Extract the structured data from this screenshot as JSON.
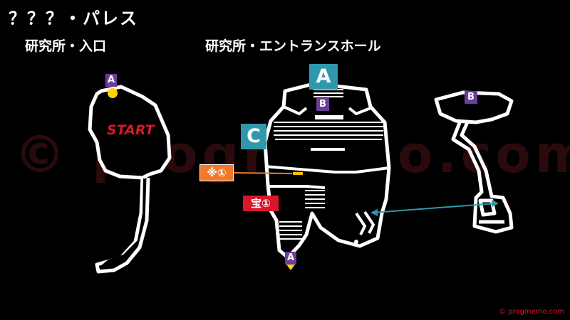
{
  "title": "？？？・パレス",
  "areas": {
    "left": "研究所・入口",
    "right": "研究所・エントランスホール"
  },
  "markers": {
    "a_small": "A",
    "a_big": "A",
    "b": "B",
    "c": "C",
    "note": "※①",
    "treasure": "宝①",
    "start": "START"
  },
  "watermark": "© progmemo.com",
  "copyright": "© progmemo.com",
  "colors": {
    "purple": "#6a3d9a",
    "teal": "#2f98ad",
    "orange": "#f07a2a",
    "red": "#d8182a",
    "yellow": "#ffd400"
  }
}
